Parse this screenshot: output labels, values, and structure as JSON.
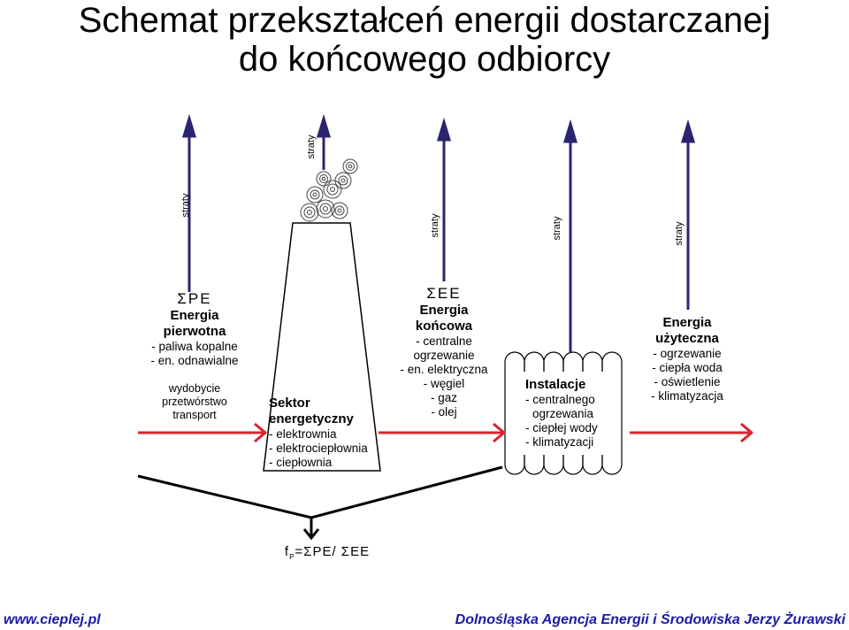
{
  "title": {
    "line1": "Schemat przekształceń energii dostarczanej",
    "line2": "do końcowego odbiorcy"
  },
  "losses_label": "straty",
  "primary": {
    "symbol": "ΣPE",
    "title_line1": "Energia",
    "title_line2": "pierwotna",
    "items": [
      "- paliwa kopalne",
      "- en. odnawialne"
    ],
    "processes": [
      "wydobycie",
      "przetwórstwo",
      "transport"
    ]
  },
  "sector": {
    "title_line1": "Sektor",
    "title_line2": "energetyczny",
    "items": [
      "- elektrownia",
      "- elektrociepłownia",
      "- ciepłownia"
    ]
  },
  "final": {
    "symbol": "ΣEE",
    "title_line1": "Energia",
    "title_line2": "końcowa",
    "items": [
      "- centralne",
      "ogrzewanie",
      "- en. elektryczna",
      "- węgiel",
      "- gaz",
      "- olej"
    ]
  },
  "installations": {
    "title": "Instalacje",
    "items": [
      "- centralnego",
      "ogrzewania",
      "- ciepłej wody",
      "- klimatyzacji"
    ]
  },
  "useful": {
    "title_line1": "Energia",
    "title_line2": "użyteczna",
    "items": [
      "- ogrzewanie",
      "- ciepła woda",
      "- oświetlenie",
      "- klimatyzacja"
    ]
  },
  "formula": {
    "f": "f",
    "sub": "P",
    "rest": "=ΣPE/ ΣEE"
  },
  "footer": {
    "left": "www.cieplej.pl",
    "right": "Dolnośląska Agencja Energii i Środowiska Jerzy Żurawski"
  },
  "colors": {
    "loss_arrow": "#2b2470",
    "flow_arrow": "#d8242a",
    "footer_text": "#1a1aa6"
  }
}
